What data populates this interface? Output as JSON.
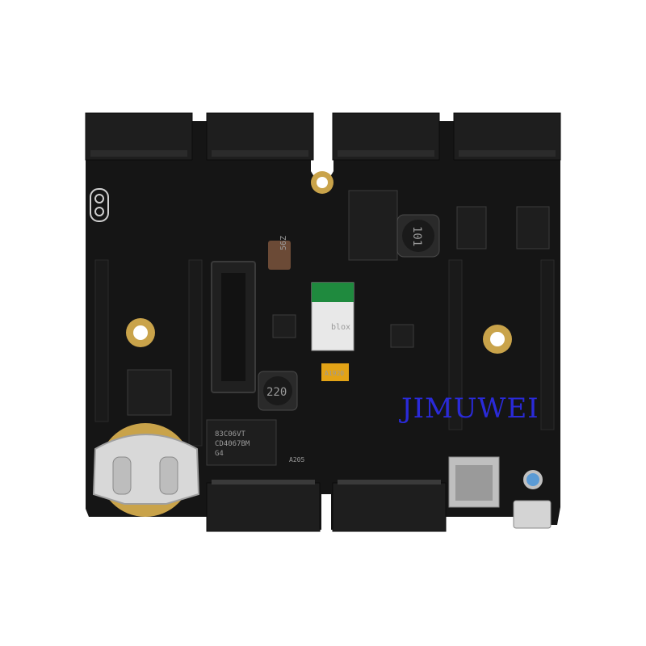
{
  "image": {
    "subject": "black controller board",
    "background_color": "#ffffff",
    "board_color": "#141414",
    "connector_color": "#1e1e1e",
    "gold_color": "#c9a34a",
    "watermark_color": "#2a2ad8"
  },
  "labels": {
    "watermark": "JIMUWEI",
    "inductor_top": "101",
    "inductor_mid": "220",
    "inductor_small": "56Z",
    "module_brand": "blox",
    "cap_tan": "A1920",
    "chip_bottom_line1": "83C06VT",
    "chip_bottom_line2": "CD4067BM",
    "chip_bottom_line3": "G4",
    "small_label": "A205"
  }
}
